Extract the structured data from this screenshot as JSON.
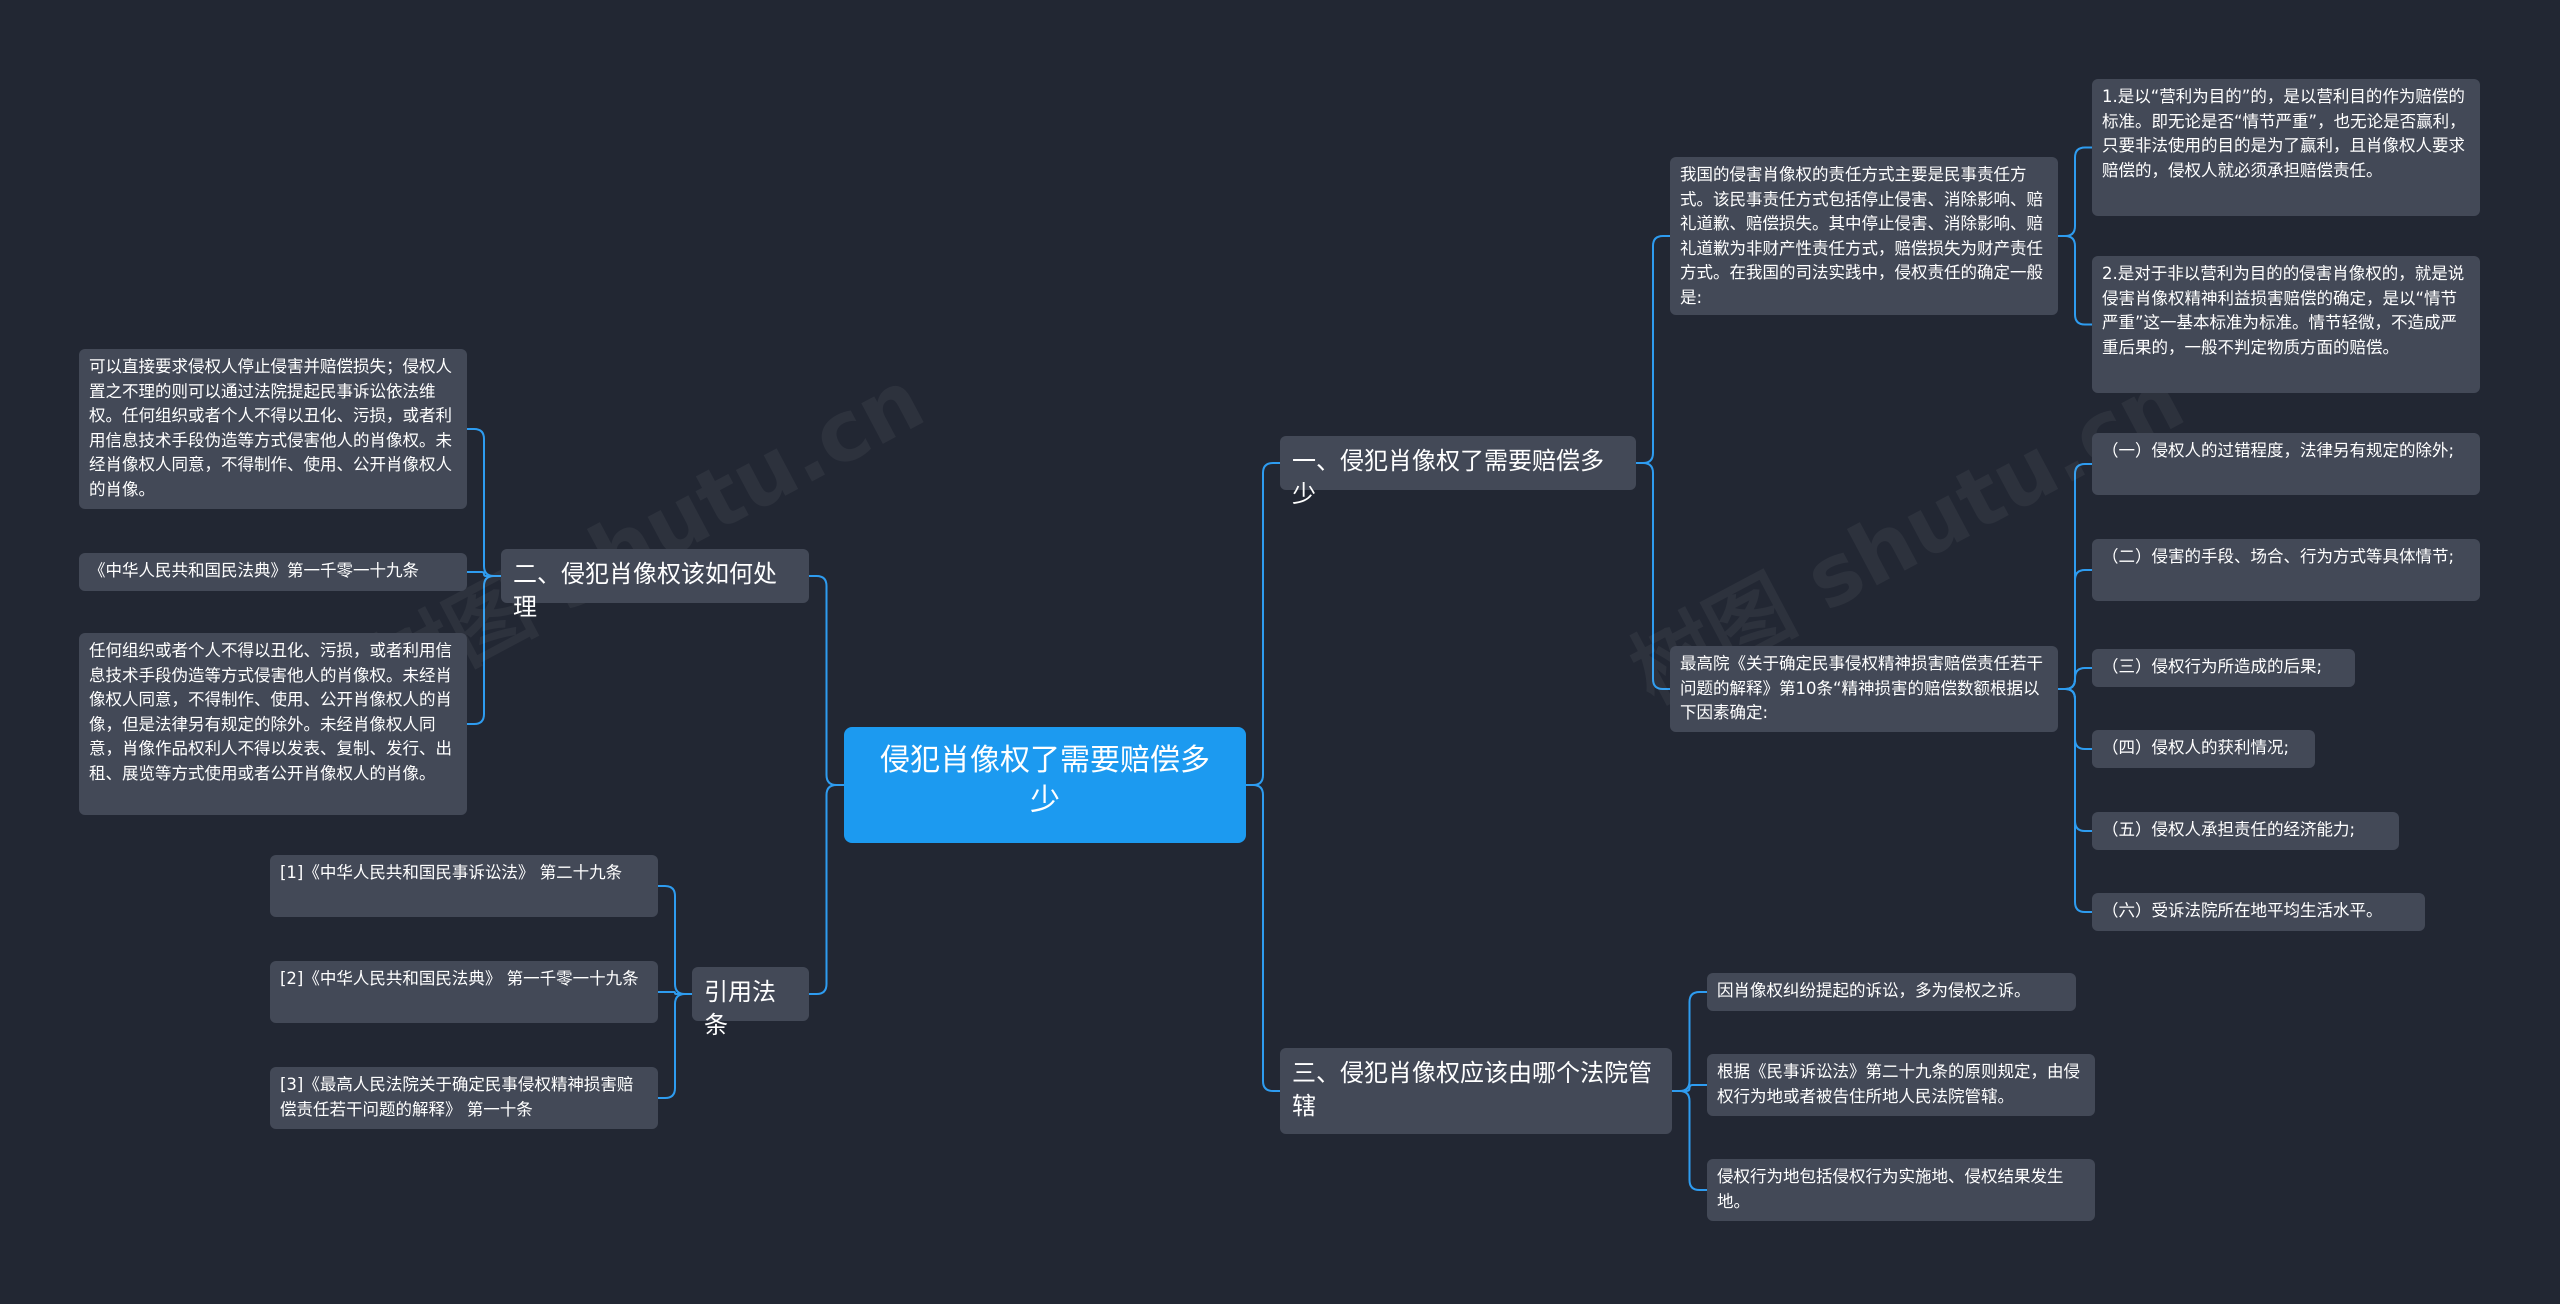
{
  "watermark": "树图 shutu.cn",
  "root": "侵犯肖像权了需要赔偿多少",
  "branches": {
    "b1": "一、侵犯肖像权了需要赔偿多少",
    "b2": "二、侵犯肖像权该如何处理",
    "b3": "三、侵犯肖像权应该由哪个法院管辖",
    "b4": "引用法条"
  },
  "b1": {
    "s1": "我国的侵害肖像权的责任方式主要是民事责任方式。该民事责任方式包括停止侵害、消除影响、赔礼道歉、赔偿损失。其中停止侵害、消除影响、赔礼道歉为非财产性责任方式，赔偿损失为财产责任方式。在我国的司法实践中，侵权责任的确定一般是:",
    "s1_items": [
      "1.是以“营利为目的”的，是以营利目的作为赔偿的标准。即无论是否“情节严重”，也无论是否赢利，只要非法使用的目的是为了赢利，且肖像权人要求赔偿的，侵权人就必须承担赔偿责任。",
      "2.是对于非以营利为目的的侵害肖像权的，就是说侵害肖像权精神利益损害赔偿的确定，是以“情节严重”这一基本标准为标准。情节轻微，不造成严重后果的，一般不判定物质方面的赔偿。"
    ],
    "s2": "最高院《关于确定民事侵权精神损害赔偿责任若干问题的解释》第10条“精神损害的赔偿数额根据以下因素确定:",
    "s2_items": [
      "（一）侵权人的过错程度，法律另有规定的除外;",
      "（二）侵害的手段、场合、行为方式等具体情节;",
      "（三）侵权行为所造成的后果;",
      "（四）侵权人的获利情况;",
      "（五）侵权人承担责任的经济能力;",
      "（六）受诉法院所在地平均生活水平。"
    ]
  },
  "b2_items": [
    "可以直接要求侵权人停止侵害并赔偿损失；侵权人置之不理的则可以通过法院提起民事诉讼依法维权。任何组织或者个人不得以丑化、污损，或者利用信息技术手段伪造等方式侵害他人的肖像权。未经肖像权人同意，不得制作、使用、公开肖像权人的肖像。",
    "《中华人民共和国民法典》第一千零一十九条",
    "任何组织或者个人不得以丑化、污损，或者利用信息技术手段伪造等方式侵害他人的肖像权。未经肖像权人同意，不得制作、使用、公开肖像权人的肖像，但是法律另有规定的除外。未经肖像权人同意，肖像作品权利人不得以发表、复制、发行、出租、展览等方式使用或者公开肖像权人的肖像。"
  ],
  "b3_items": [
    "因肖像权纠纷提起的诉讼，多为侵权之诉。",
    "根据《民事诉讼法》第二十九条的原则规定，由侵权行为地或者被告住所地人民法院管辖。",
    "侵权行为地包括侵权行为实施地、侵权结果发生地。"
  ],
  "b4_items": [
    "[1]《中华人民共和国民事诉讼法》 第二十九条",
    "[2]《中华人民共和国民法典》 第一千零一十九条",
    "[3]《最高人民法院关于确定民事侵权精神损害赔偿责任若干问题的解释》 第一十条"
  ],
  "colors": {
    "background": "#222733",
    "root": "#1c9af0",
    "node": "#434957",
    "link": "#2e9cf0",
    "text": "#ffffff"
  }
}
